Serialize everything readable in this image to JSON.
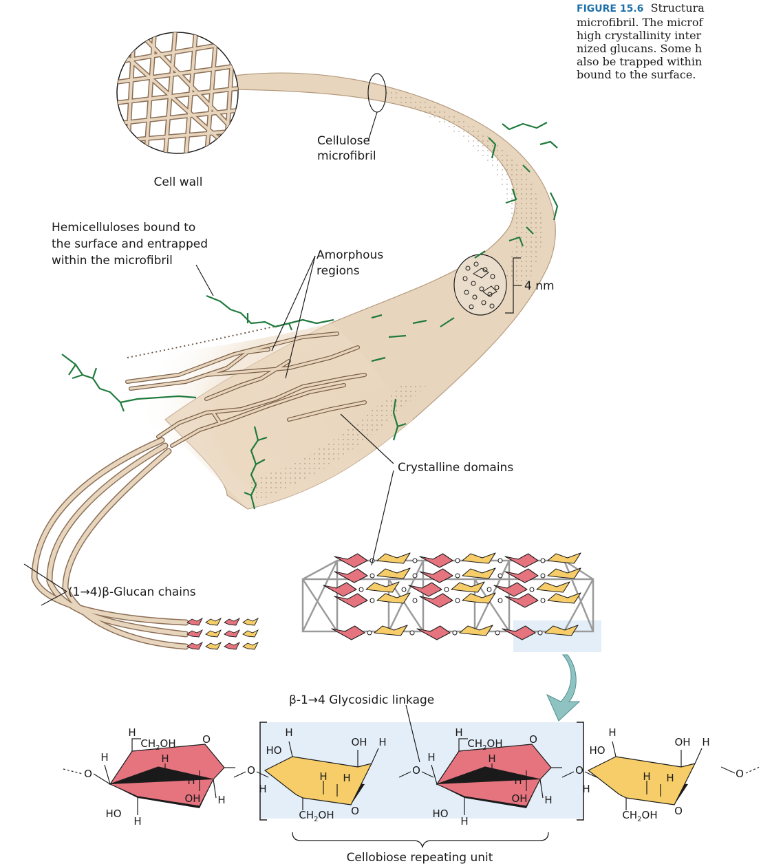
{
  "caption": {
    "figure_label": "FIGURE 15.6",
    "lines": [
      "Structura",
      "microfibril. The microf",
      "high crystallinity inter",
      "nized glucans. Some h",
      "also be trapped within",
      "bound to the surface."
    ]
  },
  "labels": {
    "cell_wall": "Cell wall",
    "cellulose_microfibril_1": "Cellulose",
    "cellulose_microfibril_2": "microfibril",
    "hemicelluloses_1": "Hemicelluloses bound to",
    "hemicelluloses_2": "the surface and entrapped",
    "hemicelluloses_3": "within the microfibril",
    "amorphous_1": "Amorphous",
    "amorphous_2": "regions",
    "size": "4 nm",
    "crystalline": "Crystalline domains",
    "glucan_chains": "(1→4)β-Glucan chains",
    "glycosidic": "β-1→4 Glycosidic linkage",
    "cellobiose": "Cellobiose repeating unit"
  },
  "chem": {
    "h": "H",
    "o": "O",
    "oh": "OH",
    "ho": "HO",
    "ch2oh_main": "CH",
    "ch2oh_sub": "2",
    "ch2oh_tail": "OH"
  },
  "colors": {
    "fibril": "#e8d5bd",
    "fibril_edge": "#b59a7e",
    "hemicellulose": "#1f7a3c",
    "glucose_pink": "#e5747f",
    "glucose_yellow": "#f6cd68",
    "highlight": "#e4eef8",
    "arrow": "#8fc3c2",
    "figure_label": "#1d6fa8"
  }
}
